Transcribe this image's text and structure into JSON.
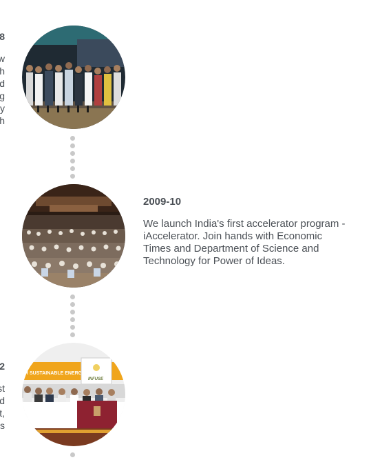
{
  "timeline": {
    "top_entry_cut": {
      "year_fragment": "8",
      "line_fragments": [
        "w",
        "h",
        "d",
        "g",
        "y",
        "h"
      ]
    },
    "middle_entry": {
      "year": "2009-10",
      "description": "We launch India's first accelerator program - iAccelerator. Join hands with Economic Times and Department of Science and Technology for Power of Ideas."
    },
    "bottom_entry_cut": {
      "year_fragment": "2",
      "line_fragments": [
        "st",
        "d",
        "t,",
        "s"
      ]
    },
    "bottom_photo": {
      "banner_text": "R SUSTAINABLE ENERGY (INFUSE)",
      "screen_text": "INFUSE"
    }
  },
  "colors": {
    "text": "#4a4f55",
    "connector_dot": "#c9c9c9"
  }
}
